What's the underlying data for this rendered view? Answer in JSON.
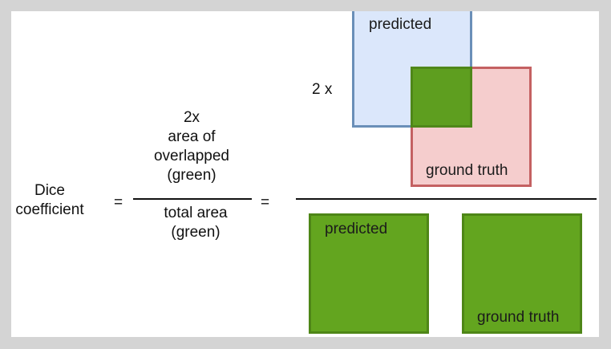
{
  "lhs": {
    "line1": "Dice",
    "line2": "coefficient"
  },
  "equals_1": "=",
  "equals_2": "=",
  "text_fraction": {
    "numerator": [
      "2x",
      "area of",
      "overlapped",
      "(green)"
    ],
    "denominator": [
      "total area",
      "(green)"
    ]
  },
  "visual_fraction": {
    "multiplier": "2 x",
    "predicted_label": "predicted",
    "ground_truth_label": "ground truth",
    "denominator_predicted_label": "predicted",
    "denominator_ground_truth_label": "ground truth"
  },
  "colors": {
    "predicted_fill": "#dbe7fb",
    "predicted_border": "#6a8fb8",
    "ground_truth_fill": "#f4c8c8",
    "ground_truth_border": "#c46162",
    "green": "#63a51f"
  }
}
